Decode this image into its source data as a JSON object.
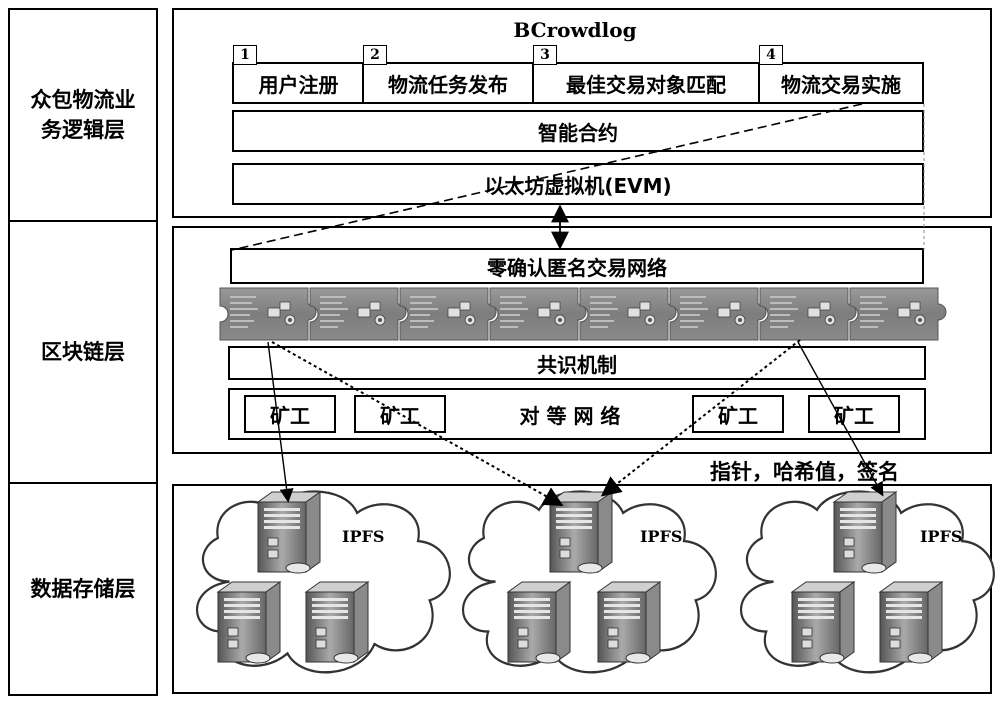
{
  "layers": {
    "business": "众包物流业务逻辑层",
    "blockchain": "区块链层",
    "storage": "数据存储层"
  },
  "bcrowdlog": {
    "title": "BCrowdlog",
    "steps": [
      {
        "num": "1",
        "label": "用户注册"
      },
      {
        "num": "2",
        "label": "物流任务发布"
      },
      {
        "num": "3",
        "label": "最佳交易对象匹配"
      },
      {
        "num": "4",
        "label": "物流交易实施"
      }
    ],
    "smart_contract": "智能合约",
    "evm": "以太坊虚拟机(EVM)"
  },
  "chain": {
    "network": "零确认匿名交易网络",
    "consensus": "共识机制",
    "p2p": "对 等 网 络",
    "miner": "矿工"
  },
  "storage": {
    "annotation": "指针，哈希值，签名",
    "ipfs_label": "IPFS"
  }
}
